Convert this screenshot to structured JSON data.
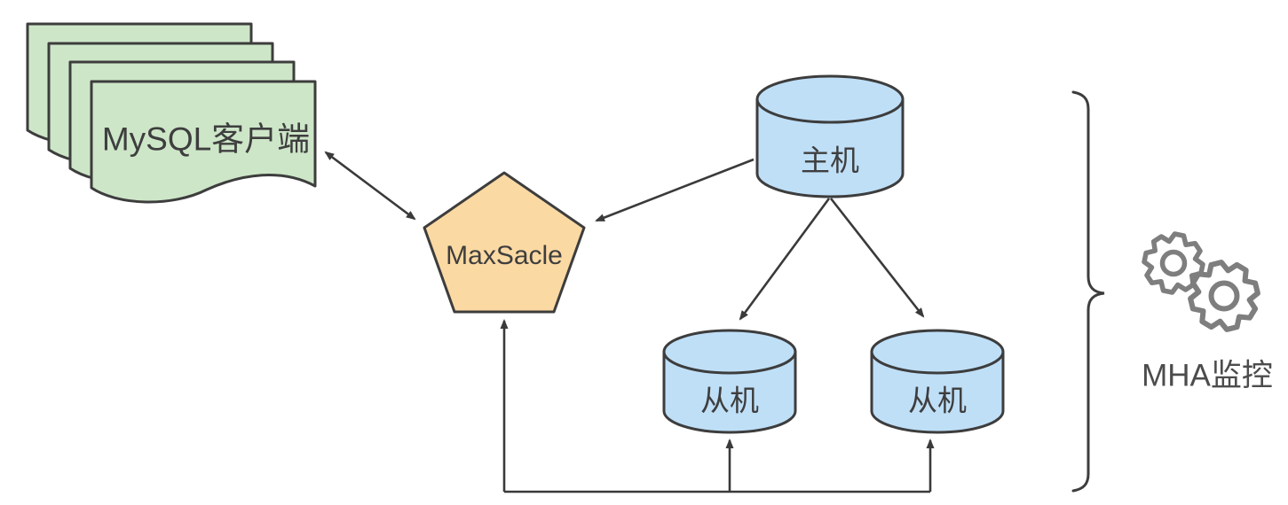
{
  "diagram": {
    "nodes": {
      "client": {
        "label": "MySQL客户端",
        "shape": "document-stack",
        "fill": "#cde6c8"
      },
      "proxy": {
        "label": "MaxSacle",
        "shape": "pentagon",
        "fill": "#fbd9a3"
      },
      "master": {
        "label": "主机",
        "shape": "cylinder",
        "fill": "#bfdff7"
      },
      "slave1": {
        "label": "从机",
        "shape": "cylinder",
        "fill": "#bfdff7"
      },
      "slave2": {
        "label": "从机",
        "shape": "cylinder",
        "fill": "#bfdff7"
      },
      "monitor": {
        "label": "MHA监控",
        "shape": "gears-icon"
      }
    },
    "edges": [
      {
        "from": "client",
        "to": "proxy",
        "style": "double-arrow"
      },
      {
        "from": "master",
        "to": "proxy",
        "style": "arrow"
      },
      {
        "from": "master",
        "to": "slave1",
        "style": "arrow"
      },
      {
        "from": "master",
        "to": "slave2",
        "style": "arrow"
      },
      {
        "from": "bottom-bus",
        "to": "proxy",
        "style": "arrow"
      },
      {
        "from": "bottom-bus",
        "to": "slave1",
        "style": "arrow"
      },
      {
        "from": "bottom-bus",
        "to": "slave2",
        "style": "arrow"
      }
    ]
  },
  "colors": {
    "doc-fill": "#cde6c8",
    "pent-fill": "#fbd9a3",
    "cyl-fill": "#bfdff7",
    "stroke": "#3d3d3d",
    "line": "#3a3a3a",
    "gear": "#7e7e7e",
    "text": "#3e3e3e",
    "mha-text": "#4c4c4c"
  }
}
